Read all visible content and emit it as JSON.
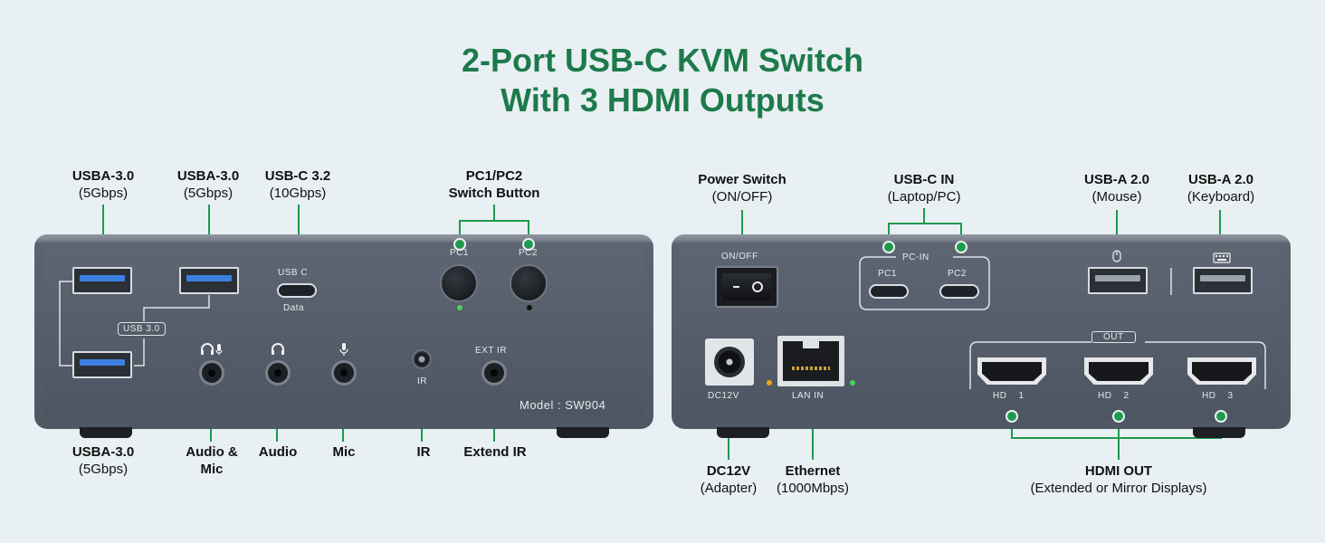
{
  "title": {
    "line1": "2-Port USB-C KVM Switch",
    "line2": "With 3 HDMI Outputs"
  },
  "front": {
    "labels": {
      "usba1_t": "USBA-3.0",
      "usba1_s": "(5Gbps)",
      "usba2_t": "USBA-3.0",
      "usba2_s": "(5Gbps)",
      "usbc_t": "USB-C 3.2",
      "usbc_s": "(10Gbps)",
      "switch_t1": "PC1/PC2",
      "switch_t2": "Switch Button",
      "usba3_t": "USBA-3.0",
      "usba3_s": "(5Gbps)",
      "audiomic_1": "Audio &",
      "audiomic_2": "Mic",
      "audio": "Audio",
      "mic": "Mic",
      "ir": "IR",
      "extir": "Extend IR"
    },
    "printed": {
      "usbc": "USB C",
      "data": "Data",
      "usb30": "USB 3.0",
      "pc1": "PC1",
      "pc2": "PC2",
      "ir": "IR",
      "extir": "EXT IR",
      "model": "Model : SW904"
    }
  },
  "back": {
    "labels": {
      "power_t": "Power Switch",
      "power_s": "(ON/OFF)",
      "usbcin_t": "USB-C IN",
      "usbcin_s": "(Laptop/PC)",
      "mouse_t": "USB-A 2.0",
      "mouse_s": "(Mouse)",
      "kbd_t": "USB-A 2.0",
      "kbd_s": "(Keyboard)",
      "dc_t": "DC12V",
      "dc_s": "(Adapter)",
      "eth_t": "Ethernet",
      "eth_s": "(1000Mbps)",
      "hdmi_t": "HDMI OUT",
      "hdmi_s": "(Extended or Mirror Displays)"
    },
    "printed": {
      "onoff": "ON/OFF",
      "pcin": "PC-IN",
      "pc1": "PC1",
      "pc2": "PC2",
      "dc12v": "DC12V",
      "lanin": "LAN IN",
      "out": "OUT",
      "hd1": "HD    1",
      "hd2": "HD    2",
      "hd3": "HD    3"
    }
  },
  "colors": {
    "accent": "#1d7a4b",
    "background": "#e9f0f3",
    "panel": "#555d6a",
    "usb_blue": "#3c7fe0"
  },
  "icons": [
    "headset-mic-icon",
    "headphones-icon",
    "microphone-icon",
    "mouse-icon",
    "keyboard-icon"
  ]
}
